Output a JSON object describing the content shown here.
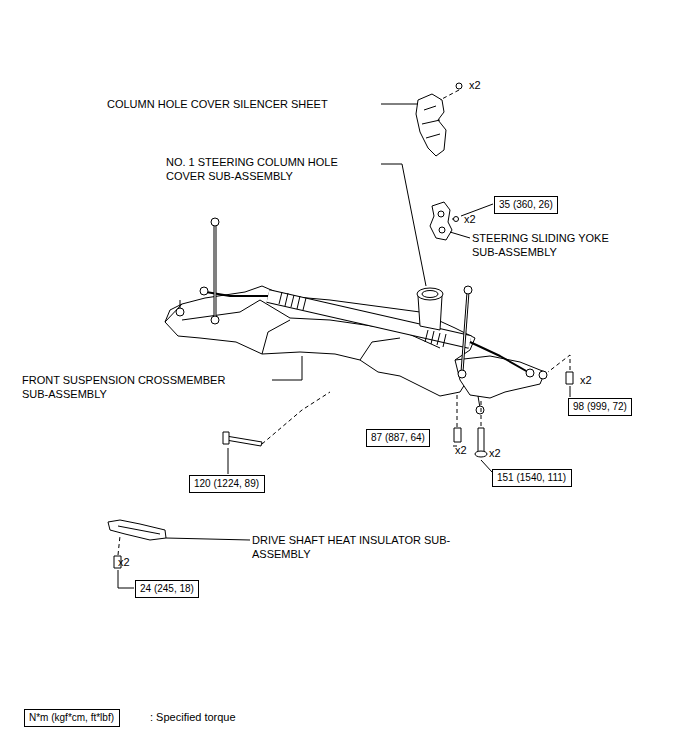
{
  "diagram": {
    "nodes": [
      {
        "text": [
          "35 (360, 26)"
        ]
      },
      {
        "text": [
          "98 (999, 72)"
        ]
      },
      {
        "text": [
          "87 (887, 64)"
        ]
      },
      {
        "text": [
          "120 (1224, 89)"
        ]
      },
      {
        "text": [
          "151 (1540, 111)"
        ]
      },
      {
        "text": [
          "24 (245, 18)"
        ]
      },
      {
        "text": [
          "N*m (kgf*cm, ft*lbf)"
        ]
      }
    ],
    "labels": [
      "x2",
      "COLUMN HOLE COVER SILENCER SHEET",
      "NO. 1 STEERING COLUMN HOLE COVER SUB-ASSEMBLY",
      "x2",
      "STEERING SLIDING YOKE SUB-ASSEMBLY",
      "FRONT SUSPENSION CROSSMEMBER SUB-ASSEMBLY",
      "x2",
      "x2",
      "x2",
      "DRIVE SHAFT HEAT INSULATOR SUB-ASSEMBLY",
      "x2",
      ": Specified torque"
    ]
  }
}
